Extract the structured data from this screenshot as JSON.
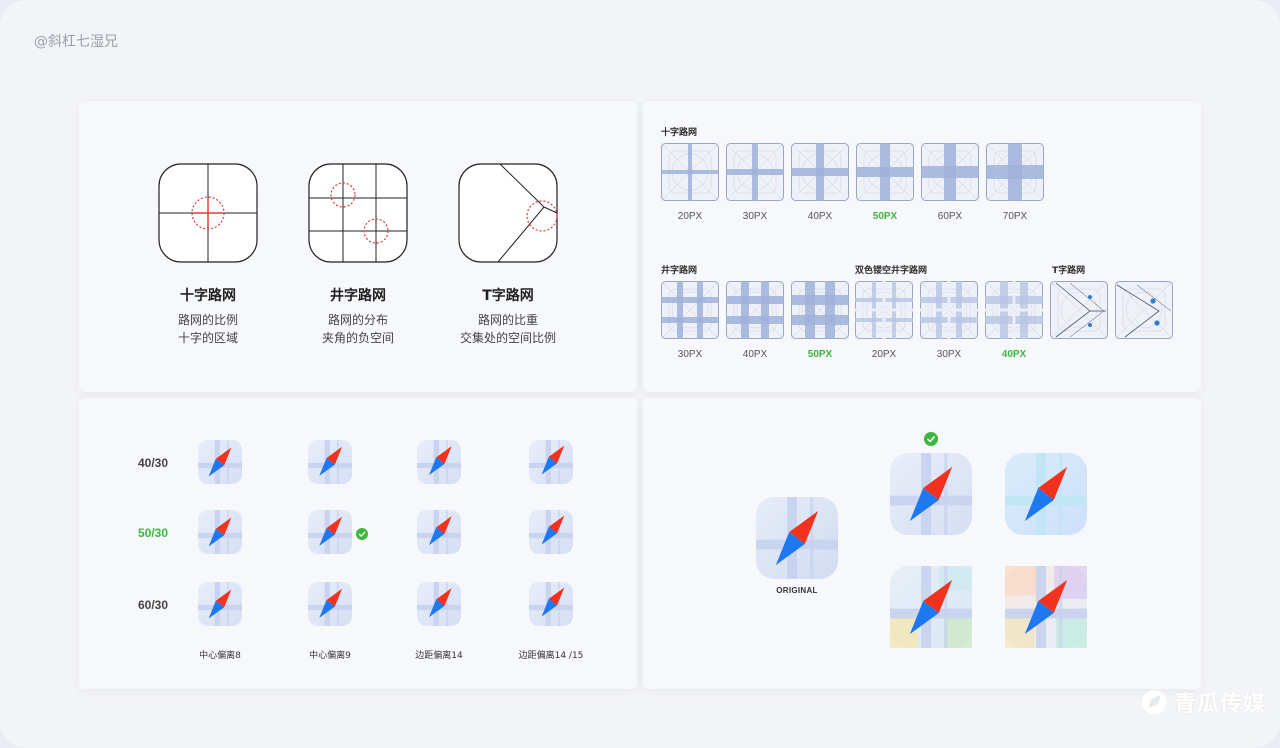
{
  "watermark_top": "@斜杠七湿兄",
  "watermark_bottom": "青瓜传媒",
  "panel1": {
    "items": [
      {
        "title": "十字路网",
        "line1": "路网的比例",
        "line2": "十字的区域"
      },
      {
        "title": "井字路网",
        "line1": "路网的分布",
        "line2": "夹角的负空间"
      },
      {
        "title": "T字路网",
        "line1": "路网的比重",
        "line2": "交集处的空间比例"
      }
    ]
  },
  "panel2": {
    "cross_title": "十字路网",
    "cross_labels": [
      "20PX",
      "30PX",
      "40PX",
      "50PX",
      "60PX",
      "70PX"
    ],
    "well_title": "井字路网",
    "well_labels": [
      "30PX",
      "40PX",
      "50PX"
    ],
    "hollow_title": "双色镂空井字路网",
    "hollow_labels": [
      "20PX",
      "30PX",
      "40PX"
    ],
    "t_title": "T字路网",
    "highlight_color": "#3db63d"
  },
  "panel3": {
    "rows": [
      "40/30",
      "50/30",
      "60/30"
    ],
    "cols": [
      "中心偏离8",
      "中心偏离9",
      "边距偏离14",
      "边距偏离14 /15"
    ],
    "selected": {
      "row": 1,
      "col": 1
    }
  },
  "panel4": {
    "original_label": "ORIGINAL"
  },
  "colors": {
    "red": "#f0321e",
    "blue": "#1e78f0",
    "green": "#3db63d"
  }
}
